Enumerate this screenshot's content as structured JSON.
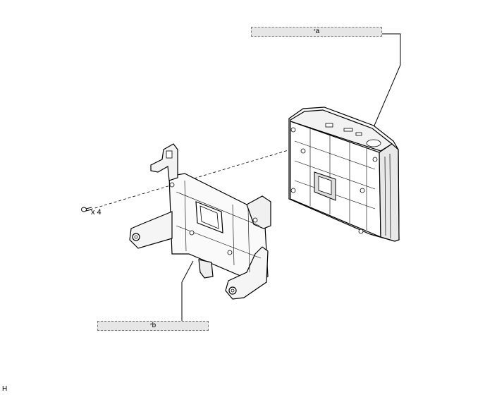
{
  "callouts": {
    "a": {
      "prefix": "*",
      "text": "a"
    },
    "b": {
      "prefix": "*",
      "text": "b"
    }
  },
  "screw_quantity": "x 4",
  "illustration_code": "H"
}
